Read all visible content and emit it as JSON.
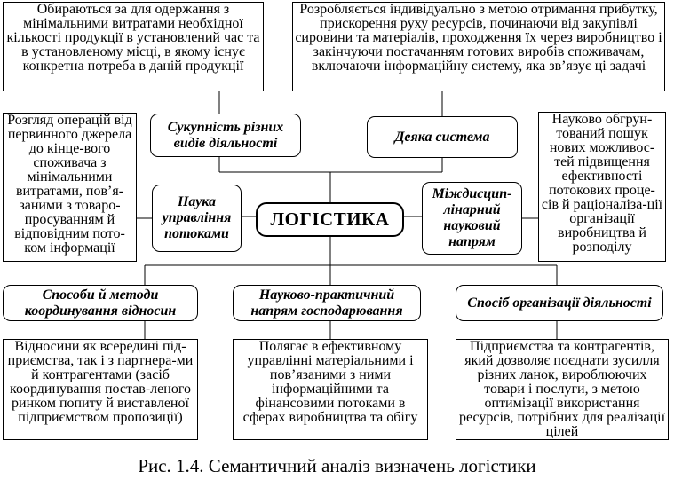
{
  "center": {
    "label": "ЛОГІСТИКА"
  },
  "concepts": {
    "activities": "Сукупність різних видів діяльності",
    "system": "Деяка система",
    "flow_management": "Наука управління потоками",
    "interdisciplinary": "Міждисцип-лінарний науковий напрям",
    "coordination": "Способи й методи координування відносин",
    "practical": "Науково-практичний напрям господарювання",
    "organization": "Спосіб організації діяльності"
  },
  "descriptions": {
    "activities": "Обираються за для одержання з мінімальними витратами необхідної кількості продукції в установлений час та в установленому місці, в якому існує конкретна потреба в даній продукції",
    "system": "Розробляється індивідуально з метою отримання прибутку, прискорення руху ресурсів, починаючи від закупівлі сировини та матеріалів, проходження їх через виробництво і закінчуючи постачанням готових виробів споживачам, включаючи інформаційну систему, яка зв’язує ці задачі",
    "flow_management": "Розгляд операцій від первинного джерела до кінце-вого споживача з мінімальними витратами, пов’я-заними з товаро-просуванням й відповідним пото-ком інформації",
    "interdisciplinary": "Науково обгрун-тований пошук нових можливос-тей підвищення ефективності потокових проце-сів й раціоналіза-ції організації виробництва й розподілу",
    "coordination": "Відносини як всередині під-приємства, так і з партнера-ми й контрагентами (засіб координування постав-леного ринком попиту й виставленої підприємством пропозиції)",
    "practical": "Полягає в ефективному управлінні матеріальними і пов’язаними з ними інформаційними та фінансовими потоками в сферах виробництва та обігу",
    "organization": "Підприємства та контрагентів, який дозволяє поєднати зусилля різних ланок, вироблюючих товари і послуги, з метою оптимізації використання ресурсів, потрібних для реалізації цілей"
  },
  "caption": "Рис. 1.4. Семантичний аналіз визначень логістики"
}
